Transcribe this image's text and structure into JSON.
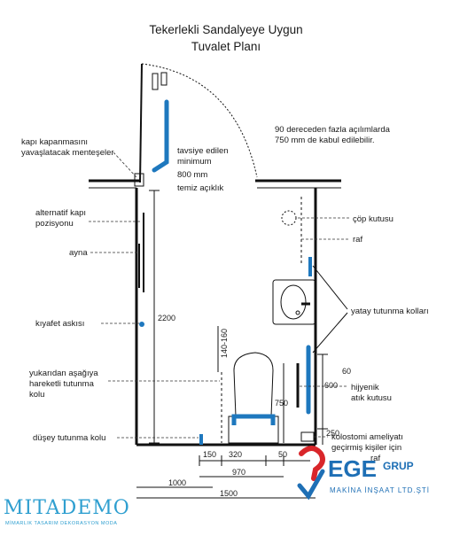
{
  "title": {
    "line1": "Tekerlekli Sandalyeye Uygun",
    "line2": "Tuvalet Planı"
  },
  "labels": {
    "kapi_kapanma_1": "kapı kapanmasını",
    "kapi_kapanma_2": "yavaşlatacak menteşeler",
    "alternatif_1": "alternatif kapı",
    "alternatif_2": "pozisyonu",
    "ayna": "ayna",
    "kiyafet": "kıyafet askısı",
    "yukaridan_1": "yukarıdan aşağıya",
    "yukaridan_2": "hareketli tutunma",
    "yukaridan_3": "kolu",
    "dusey": "düşey tutunma kolu",
    "tavsiye_1": "tavsiye edilen",
    "tavsiye_2": "minimum",
    "tavsiye_3": "800 mm",
    "tavsiye_4": "temiz açıklık",
    "derece_1": "90 dereceden fazla açılımlarda",
    "derece_2": "750 mm de kabul edilebilir.",
    "cop": "çöp kutusu",
    "raf": "raf",
    "yatay": "yatay tutunma kolları",
    "hijyenik_1": "hijyenik",
    "hijyenik_2": "atık kutusu",
    "kolostomi_1": "kolostomi ameliyatı",
    "kolostomi_2": "geçirmiş kişiler için",
    "kolostomi_3": "raf"
  },
  "dimensions": {
    "d2200": "2200",
    "d140_160": "140-160",
    "d750": "750",
    "d60": "60",
    "d600": "600",
    "d250": "250",
    "d150": "150",
    "d320": "320",
    "d50": "50",
    "d970": "970",
    "d1000": "1000",
    "d1500": "1500"
  },
  "logos": {
    "mitademo": "MITADEMO",
    "mitademo_sub": "MİMARLIK TASARIM DEKORASYON MODA",
    "ege": "EGE",
    "grup": "GRUP",
    "ege_sub": "MAKİNA İNŞAAT LTD.ŞTİ"
  },
  "colors": {
    "fixture_blue": "#1e78be",
    "logo_blue": "#1e6fb5",
    "logo_red": "#d9262a"
  }
}
